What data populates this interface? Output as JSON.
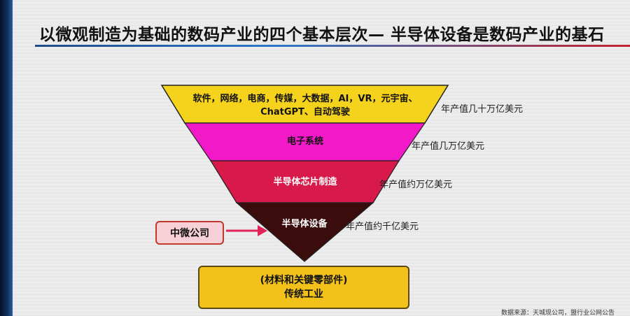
{
  "title": "以微观制造为基础的数码产业的四个基本层次— 半导体设备是数码产业的基石",
  "layers": [
    {
      "line1": "软件，网络，电商，传媒，大数据，AI，VR，元宇宙、",
      "line2": "ChatGPT、自动驾驶",
      "value": "年产值几十万亿美元",
      "color": "#f5d21c"
    },
    {
      "line1": "电子系统",
      "value": "年产值几万亿美元",
      "color": "#f21ac8"
    },
    {
      "line1": "半导体芯片制造",
      "value": "年产值约万亿美元",
      "color": "#d81a4a"
    },
    {
      "line1": "半导体设备",
      "value": "年产值约千亿美元",
      "color": "#3a0c0c"
    }
  ],
  "company": "中微公司",
  "base": {
    "line1": "(材料和关键零部件)",
    "line2": "传统工业"
  },
  "source": "数据来源：天城现公司，盟行业公网公告"
}
